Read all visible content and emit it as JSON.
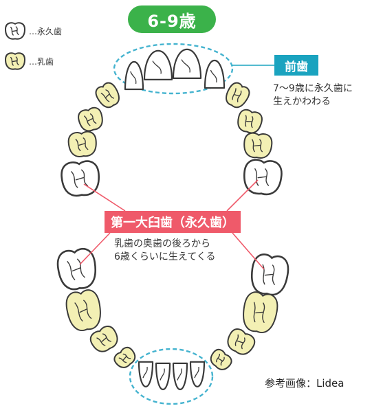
{
  "title": "6-9歳",
  "legend": [
    {
      "label": "…永久歯",
      "kind": "permanent"
    },
    {
      "label": "…乳歯",
      "kind": "baby"
    }
  ],
  "labels": {
    "front_teeth": {
      "name": "前歯",
      "note_lines": [
        "7〜9歳に永久歯に",
        "生えかわわる"
      ]
    },
    "first_molar": {
      "name": "第一大臼歯（永久歯）",
      "note_lines": [
        "乳歯の奥歯の後ろから",
        "6歳くらいに生えてくる"
      ]
    }
  },
  "credit": "参考画像：Lidea",
  "colors": {
    "green": "#3bb24a",
    "teal": "#1aa3bf",
    "pink": "#ef5a6a",
    "baby_fill": "#f3f0b4",
    "permanent_fill": "#ffffff",
    "outline": "#3a3a3a",
    "dashed": "#44b3cf"
  },
  "icons": {
    "permanent": "permanent-tooth-icon",
    "baby": "baby-tooth-icon"
  }
}
